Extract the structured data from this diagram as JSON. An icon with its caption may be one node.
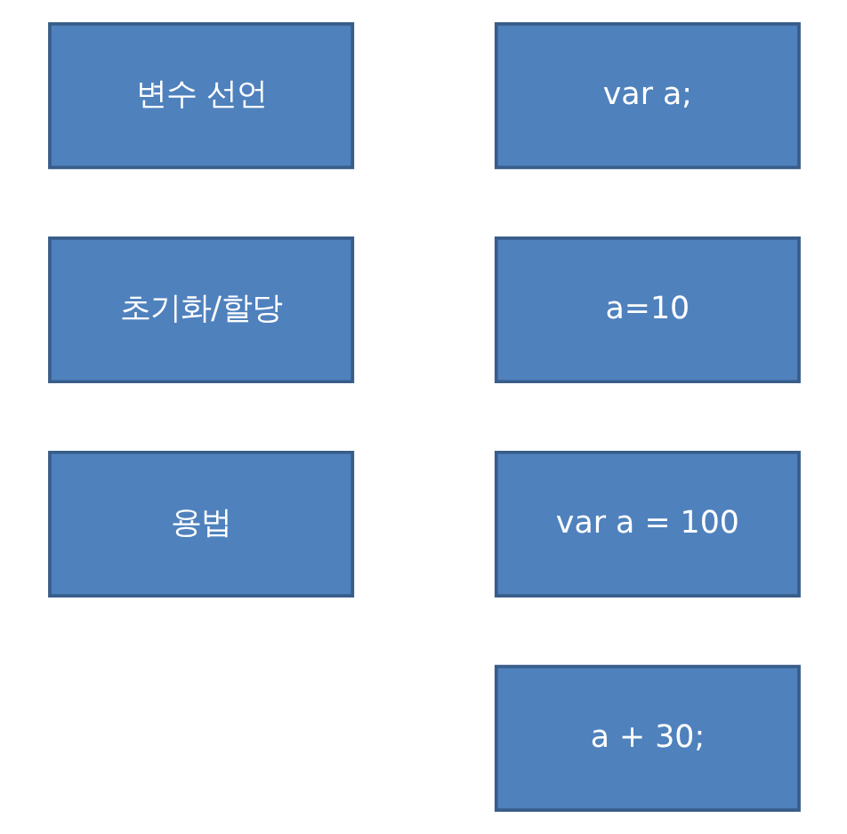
{
  "diagram": {
    "nodes": [
      {
        "text": [
          "변수 선언"
        ]
      },
      {
        "text": [
          "var a;"
        ]
      },
      {
        "text": [
          "초기화/할당"
        ]
      },
      {
        "text": [
          "a=10"
        ]
      },
      {
        "text": [
          "용법"
        ]
      },
      {
        "text": [
          "var a = 100"
        ]
      },
      {
        "text": [
          "a + 30;"
        ]
      }
    ]
  }
}
